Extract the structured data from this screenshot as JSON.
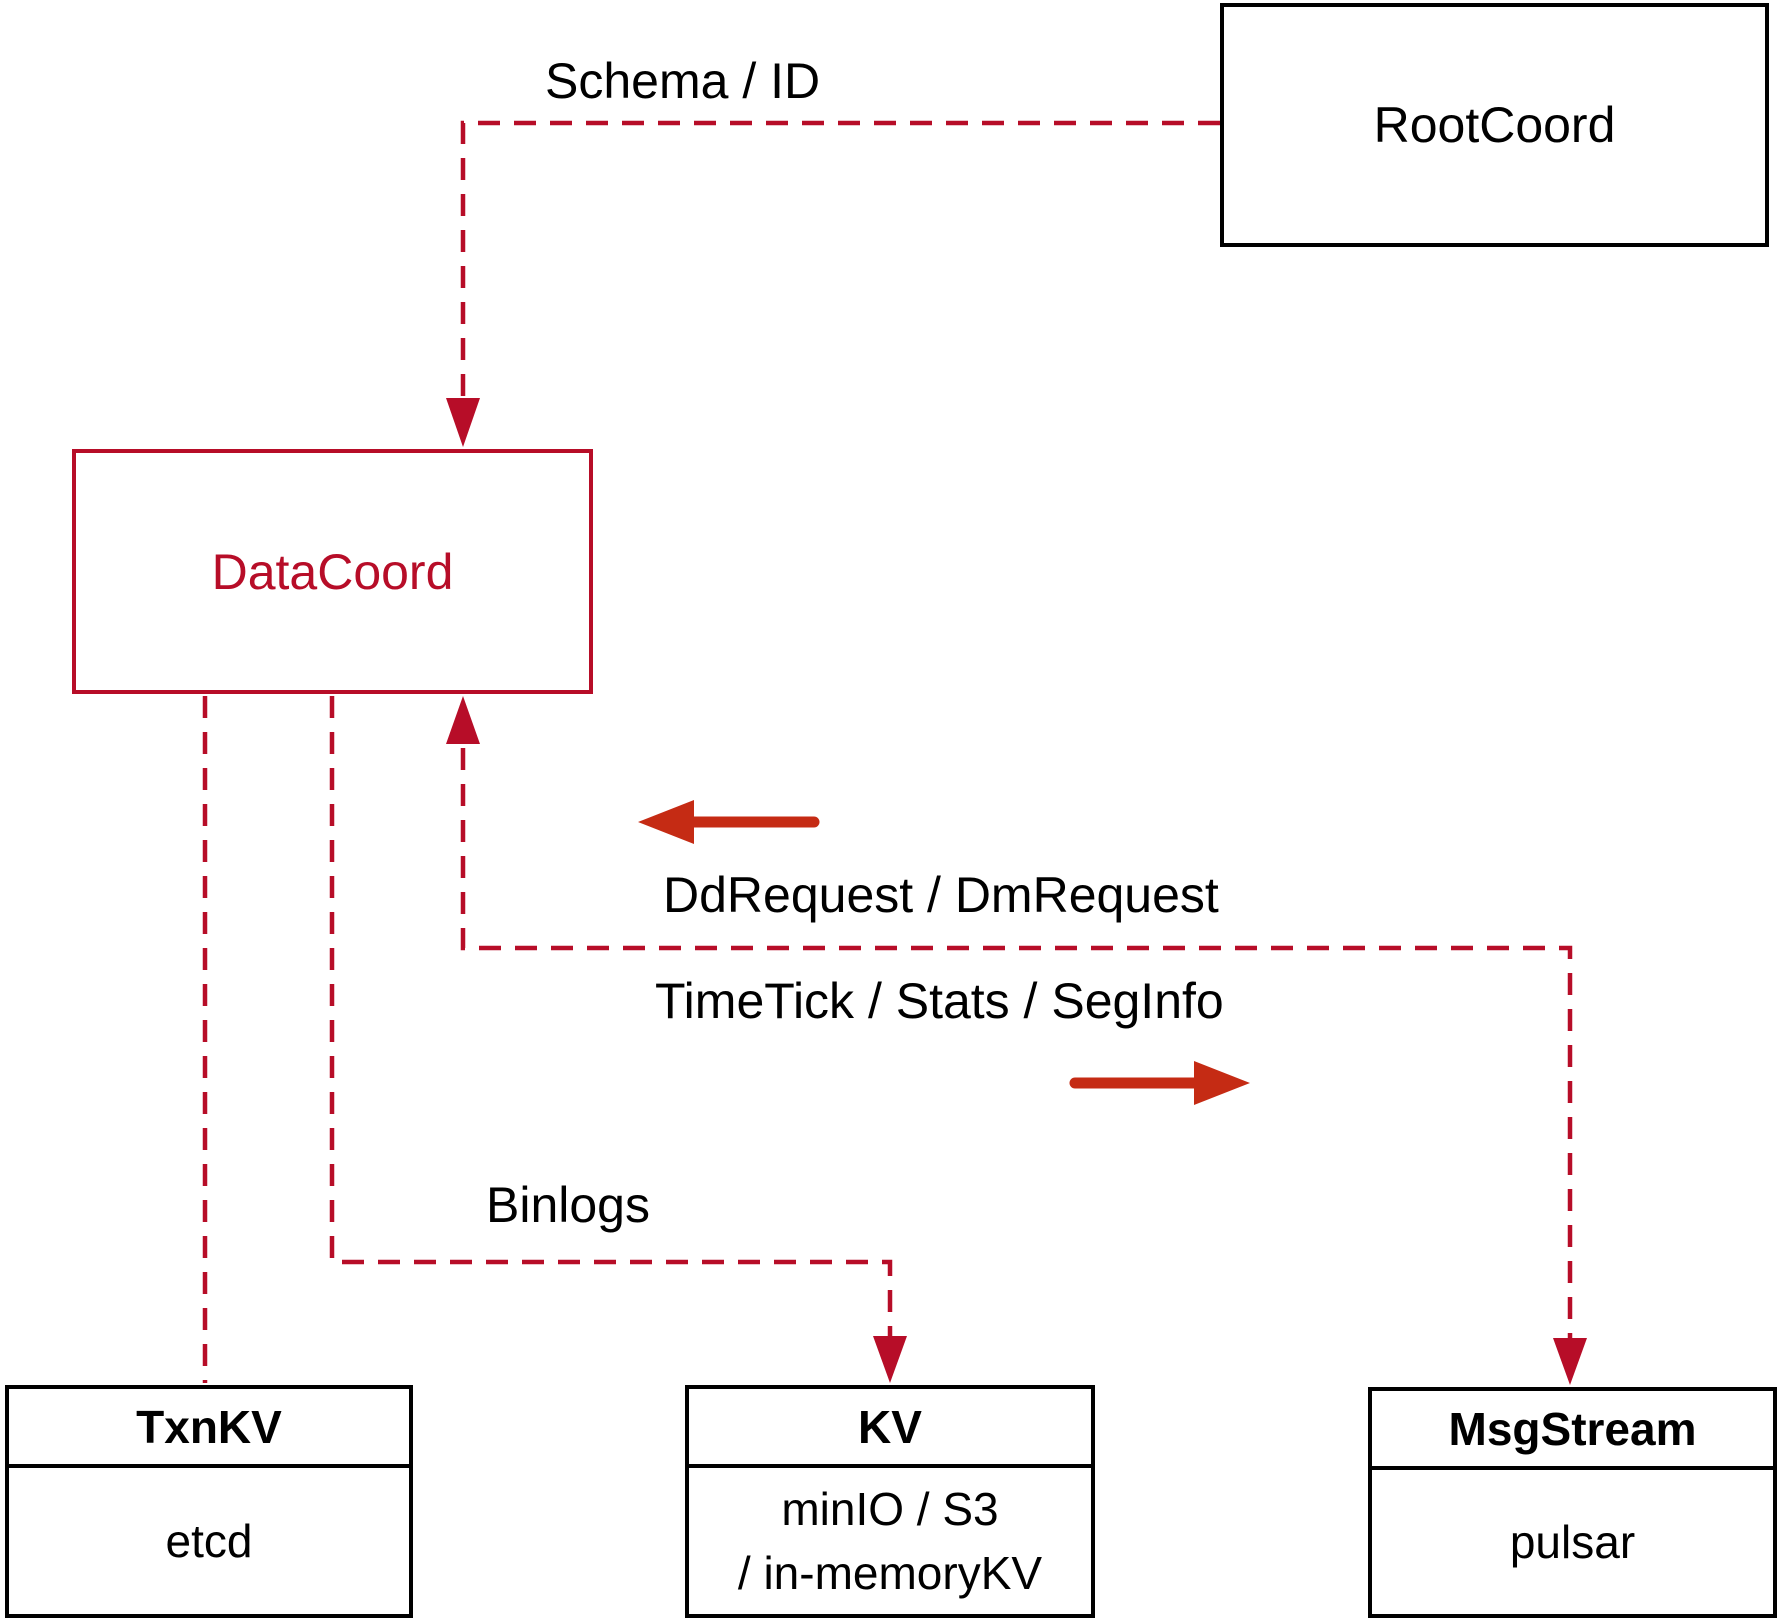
{
  "colors": {
    "crimson": "#B70D28",
    "arrow_red": "#C52B14",
    "ink": "#000000",
    "paper": "#FFFFFF"
  },
  "nodes": {
    "rootcoord": {
      "label": "RootCoord"
    },
    "datacoord": {
      "label": "DataCoord"
    },
    "txnkv": {
      "title": "TxnKV",
      "body": "etcd"
    },
    "kv": {
      "title": "KV",
      "body_line1": "minIO / S3",
      "body_line2": "/ in-memoryKV"
    },
    "msgstream": {
      "title": "MsgStream",
      "body": "pulsar"
    }
  },
  "edges": [
    {
      "from": "rootcoord",
      "to": "datacoord",
      "label": "Schema / ID",
      "style": "dashed",
      "arrowhead": "into-datacoord-top"
    },
    {
      "from": "datacoord",
      "to": "txnkv",
      "label": "",
      "style": "dashed",
      "arrowhead": "none"
    },
    {
      "from": "datacoord",
      "to": "kv",
      "label": "Binlogs",
      "style": "dashed",
      "arrowhead": "into-kv-top"
    },
    {
      "from": "msgstream",
      "to": "datacoord",
      "label": "DdRequest / DmRequest",
      "style": "dashed",
      "arrowhead": "into-datacoord-bottom"
    },
    {
      "from": "datacoord",
      "to": "msgstream",
      "label": "TimeTick / Stats / SegInfo",
      "style": "dashed",
      "arrowhead": "into-msgstream-top"
    }
  ],
  "labels": {
    "schema_id": "Schema / ID",
    "dd_request": "DdRequest / DmRequest",
    "time_tick": "TimeTick / Stats / SegInfo",
    "binlogs": "Binlogs"
  },
  "direction_arrows": [
    {
      "name": "toward-datacoord",
      "points": "left"
    },
    {
      "name": "toward-msgstream",
      "points": "right"
    }
  ]
}
